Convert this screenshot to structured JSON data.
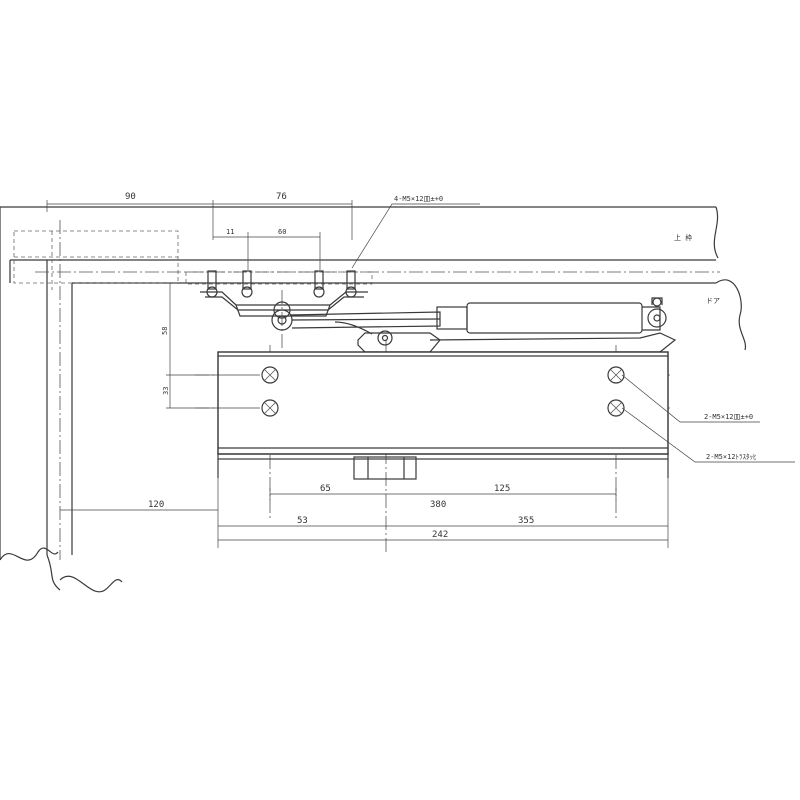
{
  "dimensions": {
    "top_left": "90",
    "top_mid": "76",
    "arm_small": "11",
    "arm_span": "60",
    "vertical_upper": "58",
    "vertical_lower": "33",
    "left_offset": "120",
    "inner_left": "65",
    "inner_center": "380",
    "inner_right": "125",
    "bottom_left": "53",
    "bottom_right": "355",
    "overall": "242"
  },
  "callouts": {
    "bracket_screws": "4-M5×12皿±+0",
    "body_screws_upper": "2-M5×12皿±+0",
    "body_screws_lower": "2-M5×12ﾄﾗｽﾀｯﾋ"
  },
  "labels": {
    "frame_note": "上 枠",
    "door_note": "ドア"
  }
}
